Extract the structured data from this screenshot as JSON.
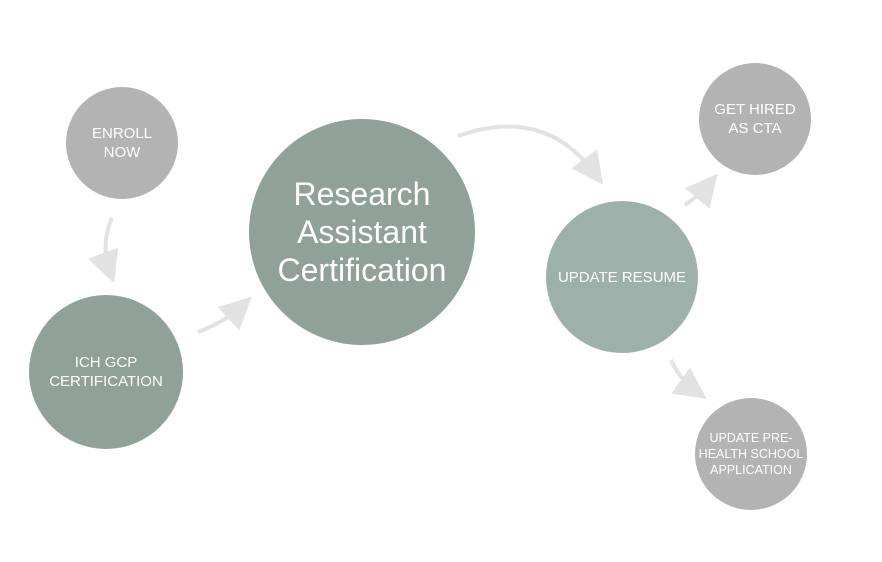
{
  "nodes": {
    "enroll": "ENROLL\nNOW",
    "ich_gcp": "ICH GCP\nCERTIFICATION",
    "research": "Research\nAssistant\nCertification",
    "update_resume": "UPDATE RESUME",
    "get_hired": "GET HIRED\nAS CTA",
    "pre_health": "UPDATE PRE-\nHEALTH SCHOOL\nAPPLICATION"
  },
  "colors": {
    "gray_node": "#b3b3b3",
    "sage_node": "#8fa199",
    "sage_light_node": "#9db0aa",
    "arrow": "#e2e2e2"
  }
}
